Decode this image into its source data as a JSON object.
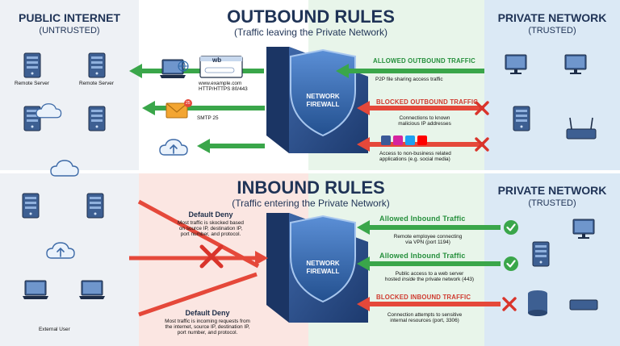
{
  "outbound": {
    "title": "OUTBOUND RULES",
    "subtitle": "(Traffic leaving the Private Network)",
    "left_heading": "PUBLIC INTERNET",
    "left_sub": "(UNTRUSTED)",
    "right_heading": "PRIVATE NETWORK",
    "right_sub": "(TRUSTED)",
    "server_label_1": "Remote Server",
    "server_label_2": "Remote Server",
    "browser_tab_text": "wb",
    "web_target": "www.example.com",
    "web_protocol": "HTTP/HTTPS 80/443",
    "smtp_target": "SMTP 25",
    "mail_badge": "25",
    "allowed_label": "ALLOWED OUTBOUND TRAFFIC",
    "allowed_desc": "P2P file sharing access traffic",
    "blocked_label": "BLOCKED OUTBOUND TRAFFIC",
    "blocked_desc_1": "Connections to known",
    "blocked_desc_2": "malicious IP addresses",
    "blocked_social_1": "Access to non-business related",
    "blocked_social_2": "applications (e.g. social media)",
    "firewall_line1": "NETWORK",
    "firewall_line2": "FIREWALL"
  },
  "inbound": {
    "title": "INBOUND RULES",
    "subtitle": "(Traffic entering the Private Network)",
    "right_heading": "PRIVATE NETWORK",
    "right_sub": "(TRUSTED)",
    "external_user": "External User",
    "default_deny_top_title": "Default Deny",
    "default_deny_top_1": "Most traffic is skocked based",
    "default_deny_top_2": "on source IP, destination IP,",
    "default_deny_top_3": "port number, and protocol.",
    "default_deny_bot_title": "Default Deny",
    "default_deny_bot_1": "Most traffic is incoming requests from",
    "default_deny_bot_2": "the internet, source IP, destination IP,",
    "default_deny_bot_3": "port number, and protocol.",
    "allowed_label_1": "Allowed Inbound Traffic",
    "allowed_desc_1a": "Remote employee connecting",
    "allowed_desc_1b": "via VPN (port 1194)",
    "allowed_label_2": "Allowed Inbound Traffic",
    "allowed_desc_2a": "Public access to a web server",
    "allowed_desc_2b_pre": "hosted ",
    "allowed_desc_2b_em": "inside",
    "allowed_desc_2b_post": " the private network (443)",
    "blocked_label": "BLOCKED INBOUND TRAFFIC",
    "blocked_desc_1": "Connection attempts to sensitive",
    "blocked_desc_2": "internal resources (port, 3306)",
    "firewall_line1": "NETWORK",
    "firewall_line2": "FIREWALL"
  },
  "colors": {
    "green": "#3aa64a",
    "red": "#e5483a",
    "navy": "#1f3356",
    "blue_panel": "#dceaf6",
    "green_panel": "#e4f3e6",
    "red_panel": "#f9e1de"
  }
}
